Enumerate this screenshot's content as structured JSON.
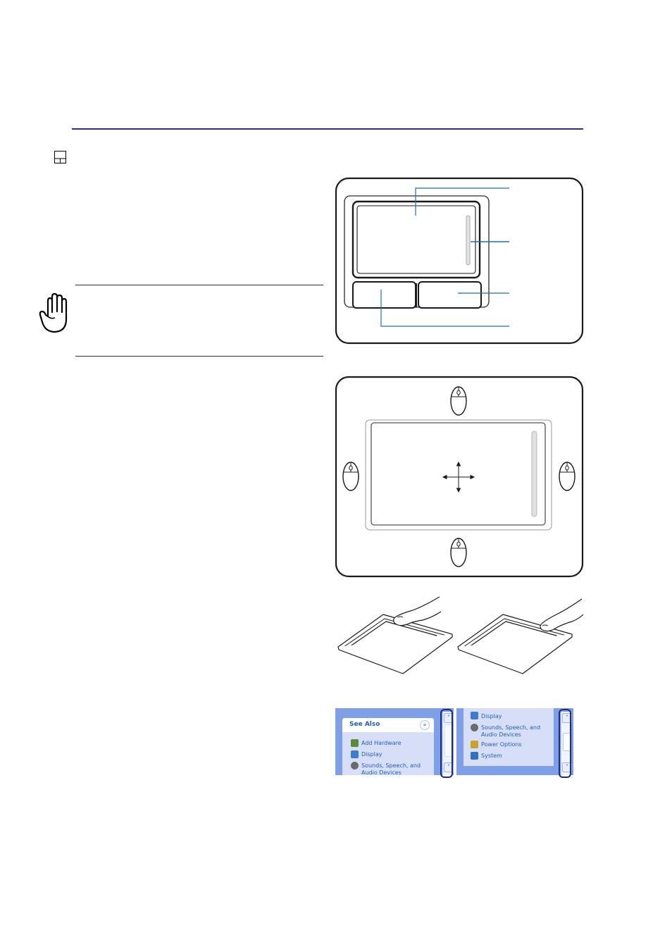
{
  "header": {
    "rule_color": "#2b2f86"
  },
  "icons": {
    "section": "touchpad-section-icon",
    "note": "raised-hand-icon"
  },
  "touchpad_diagram": {
    "callout_color": "#1f6ea8",
    "scroll_strip_color": "#d7d7d7"
  },
  "movement_diagram": {
    "directions": [
      "up",
      "down",
      "left",
      "right"
    ],
    "pointer_icon": "four-way-arrow-icon",
    "mouse_icon": "mouse-icon"
  },
  "xp_panels": {
    "left": {
      "header": "See Also",
      "collapse_glyph": "»",
      "items": [
        {
          "label": "Add Hardware",
          "icon": "add-hardware-icon",
          "color": "#5b8a3a"
        },
        {
          "label": "Display",
          "icon": "display-icon",
          "color": "#3b7bd1"
        },
        {
          "label": "Sounds, Speech, and",
          "icon": "sounds-icon",
          "color": "#6b6b6b"
        },
        {
          "label": "Audio Devices",
          "icon": "",
          "color": ""
        }
      ]
    },
    "right": {
      "items": [
        {
          "label": "Display",
          "icon": "display-icon",
          "color": "#3b7bd1"
        },
        {
          "label": "Sounds, Speech, and",
          "icon": "sounds-icon",
          "color": "#6b6b6b"
        },
        {
          "label": "Audio Devices",
          "icon": "",
          "color": ""
        },
        {
          "label": "Power Options",
          "icon": "power-options-icon",
          "color": "#c9a227"
        },
        {
          "label": "System",
          "icon": "system-icon",
          "color": "#2f6fc4"
        }
      ]
    },
    "scroll_up_glyph": "˄",
    "scroll_down_glyph": "˅",
    "highlight_color": "#1d2b8a"
  }
}
